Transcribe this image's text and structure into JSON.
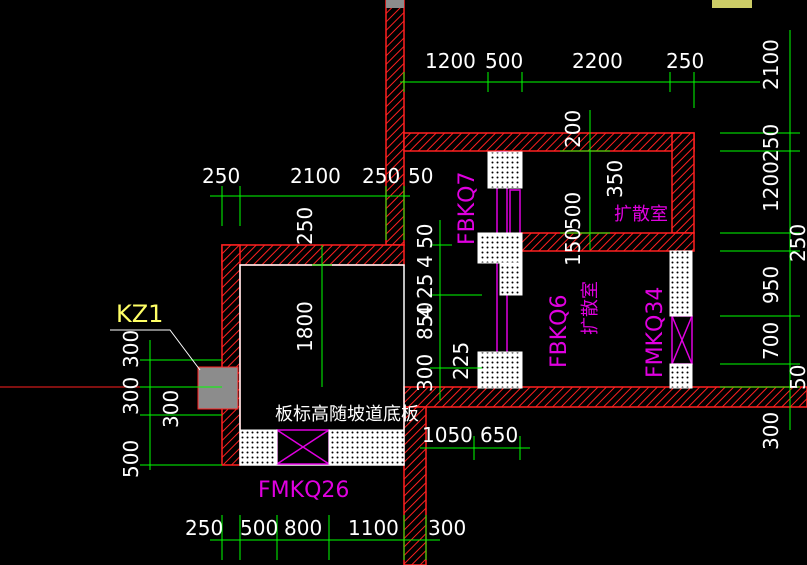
{
  "colors": {
    "background": "#000000",
    "wall": "#ff2020",
    "dimension_line": "#00ff00",
    "dimension_text": "#ffffff",
    "door_label": "#e000e0",
    "column_label": "#ffff66",
    "column_fill": "#8c8c8c"
  },
  "dims": {
    "top_row": [
      "1200",
      "500",
      "2200",
      "250"
    ],
    "right_edge": [
      "2100",
      "250",
      "1200",
      "250",
      "950",
      "700",
      "300",
      "50"
    ],
    "mid_row": [
      "250",
      "2100",
      "250",
      "50"
    ],
    "vertical_center": [
      "4 50",
      "4 25",
      "850",
      "300"
    ],
    "room_top": "250",
    "room_height": "1800",
    "diff_room_inner": [
      "200",
      "350",
      "500",
      "150"
    ],
    "stair_225": "225",
    "left_stack": [
      "300",
      "300",
      "300",
      "500"
    ],
    "bottom_mid": [
      "1050",
      "650"
    ],
    "bottom_row": [
      "250",
      "500",
      "800",
      "1100",
      "300"
    ]
  },
  "labels": {
    "column": "KZ1",
    "slab_note": "板标高随坡道底板",
    "door_bottom": "FMKQ26",
    "door_top": "FBKQ7",
    "door_mid": "FBKQ6",
    "door_right": "FMKQ34",
    "room_upper": "扩散室",
    "room_lower": "扩散室"
  }
}
